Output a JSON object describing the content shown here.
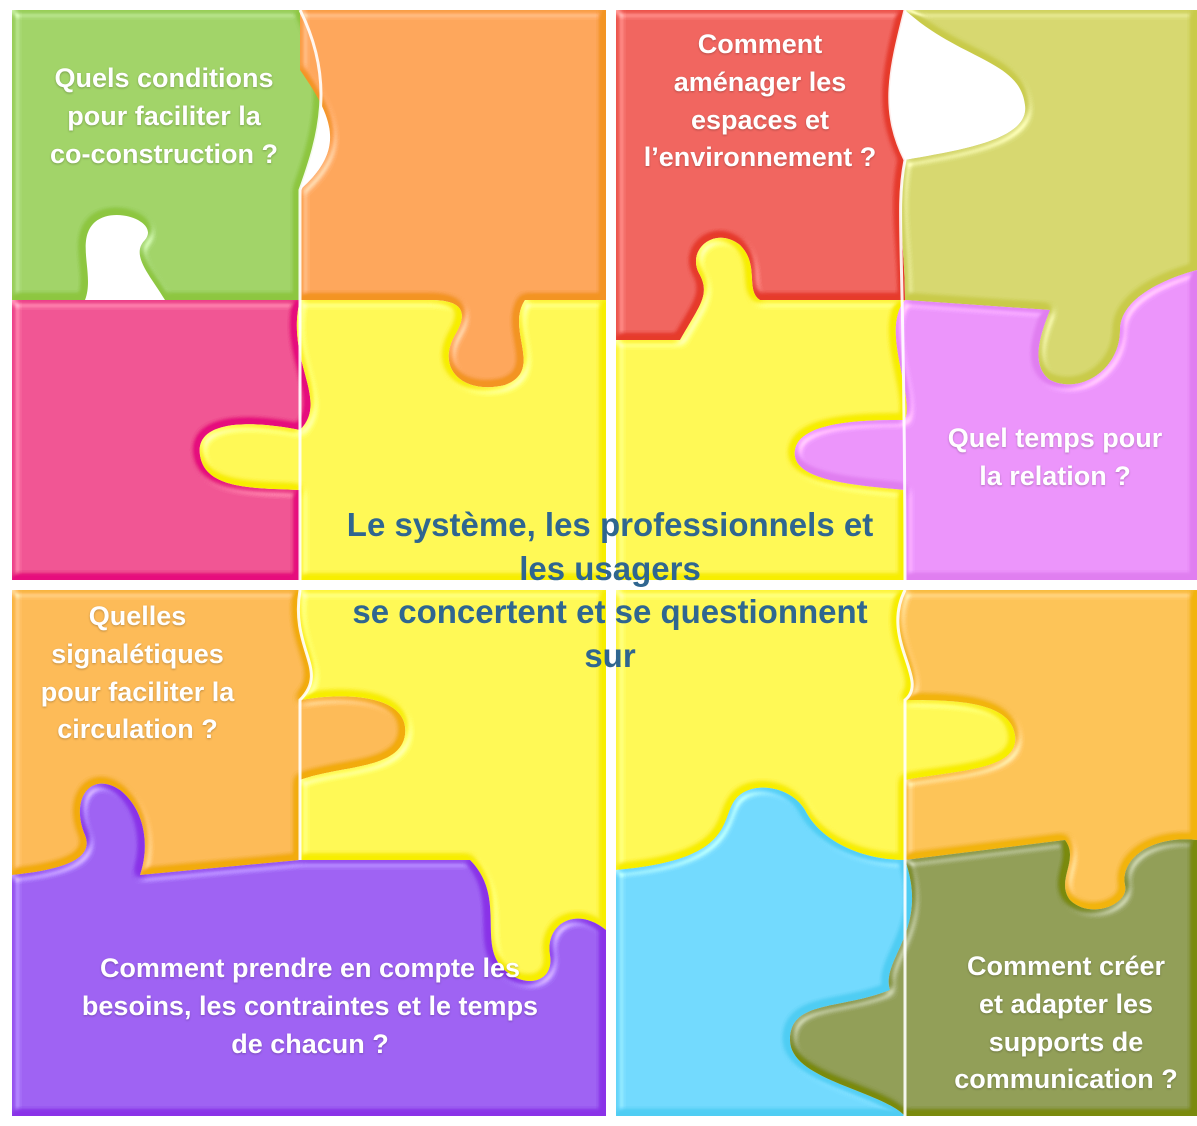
{
  "center_text": {
    "lines": [
      "Le système, les professionnels et",
      "les usagers",
      "se concertent et se questionnent",
      "sur"
    ]
  },
  "pieces": {
    "green": {
      "color": "#8dc63f",
      "lines": [
        "Quels conditions",
        "pour faciliter la",
        "co-construction ?"
      ]
    },
    "orange": {
      "color": "#f39420"
    },
    "red": {
      "color": "#e63a2c",
      "lines": [
        "Comment",
        "aménager les",
        "espaces et",
        "l’environnement ?"
      ]
    },
    "olive": {
      "color": "#c9cb4a"
    },
    "magenta": {
      "color": "#e6097d"
    },
    "yellow_top_left": {
      "color": "#f7ee00"
    },
    "yellow_top_right": {
      "color": "#f7ee00"
    },
    "lilac": {
      "color": "#e07ef0",
      "lines": [
        "Quel temps pour",
        "la relation ?"
      ]
    },
    "amber": {
      "color": "#f2ab0c",
      "lines": [
        "Quelles",
        "signalétiques",
        "pour faciliter la",
        "circulation ?"
      ]
    },
    "yellow_bottom_left": {
      "color": "#f7ee00"
    },
    "yellow_bottom_right": {
      "color": "#f7ee00"
    },
    "amber_right": {
      "color": "#f2b40c"
    },
    "purple": {
      "color": "#8a33e8",
      "lines": [
        "Comment prendre en compte les",
        "besoins, les contraintes et le temps",
        "de chacun ?"
      ]
    },
    "cyan": {
      "color": "#4fcdf3"
    },
    "dark_olive": {
      "color": "#7a8a0c",
      "lines": [
        "Comment créer",
        "et adapter les",
        "supports de",
        "communication ?"
      ]
    }
  }
}
